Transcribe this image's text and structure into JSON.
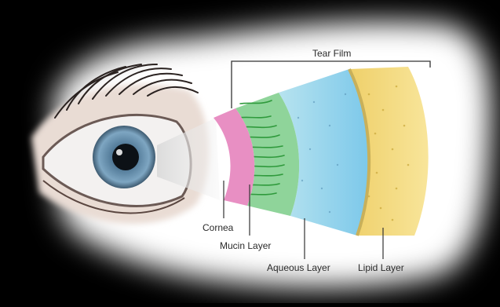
{
  "diagram": {
    "labels": {
      "tear_film": "Tear Film",
      "cornea": "Cornea",
      "mucin_layer": "Mucin Layer",
      "aqueous_layer": "Aqueous Layer",
      "lipid_layer": "Lipid Layer"
    },
    "colors": {
      "background": "#000000",
      "vignette": "#ffffff",
      "cornea": "#e58fbf",
      "mucin": "#5cc05a",
      "aqueous": "#8fd0ec",
      "lipid": "#f3dc82",
      "iris": "#5f8aa8"
    }
  }
}
